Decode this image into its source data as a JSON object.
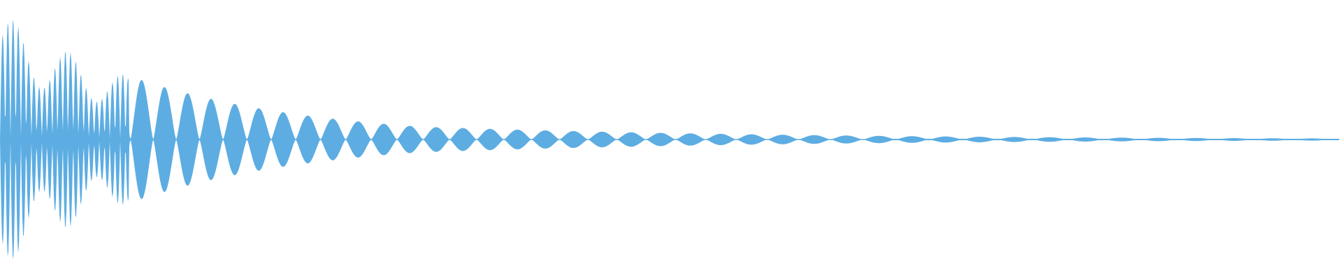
{
  "waveform": {
    "color": "#5dade2",
    "background": "#ffffff",
    "shape": "decaying-oscillation",
    "peak_amplitude": 1.0,
    "decay": "exponential",
    "has_text": false
  }
}
